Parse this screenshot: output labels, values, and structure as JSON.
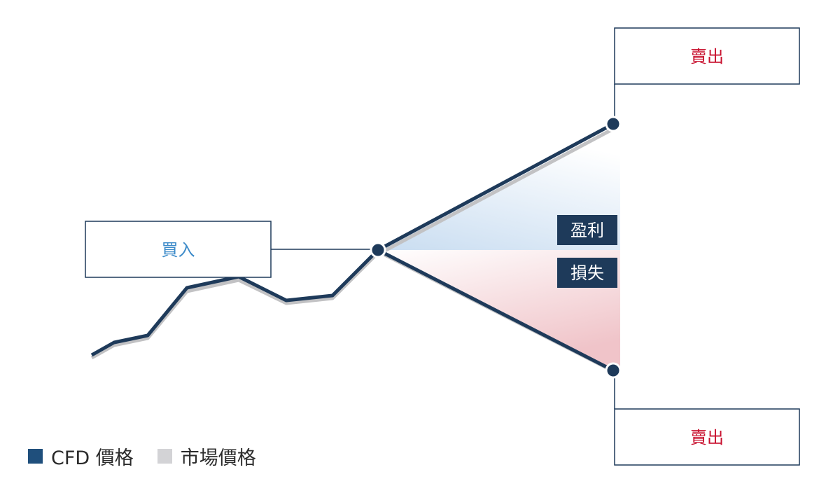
{
  "labels": {
    "buy": "買入",
    "sell_top": "賣出",
    "sell_bottom": "賣出",
    "profit": "盈利",
    "loss": "損失"
  },
  "legend": [
    {
      "label": "CFD 價格",
      "color": "#1f4f7c"
    },
    {
      "label": "市場價格",
      "color": "#d3d3d6"
    }
  ],
  "colors": {
    "line": "#1e3a5a",
    "shadow": "#c2c2c4",
    "buy_text": "#3d8bc9",
    "sell_text": "#c8102e",
    "tag_bg": "#1e3a5a",
    "tag_text": "#ffffff",
    "profit_fill": "#cfe1f3",
    "loss_fill": "#f2c9cd"
  }
}
